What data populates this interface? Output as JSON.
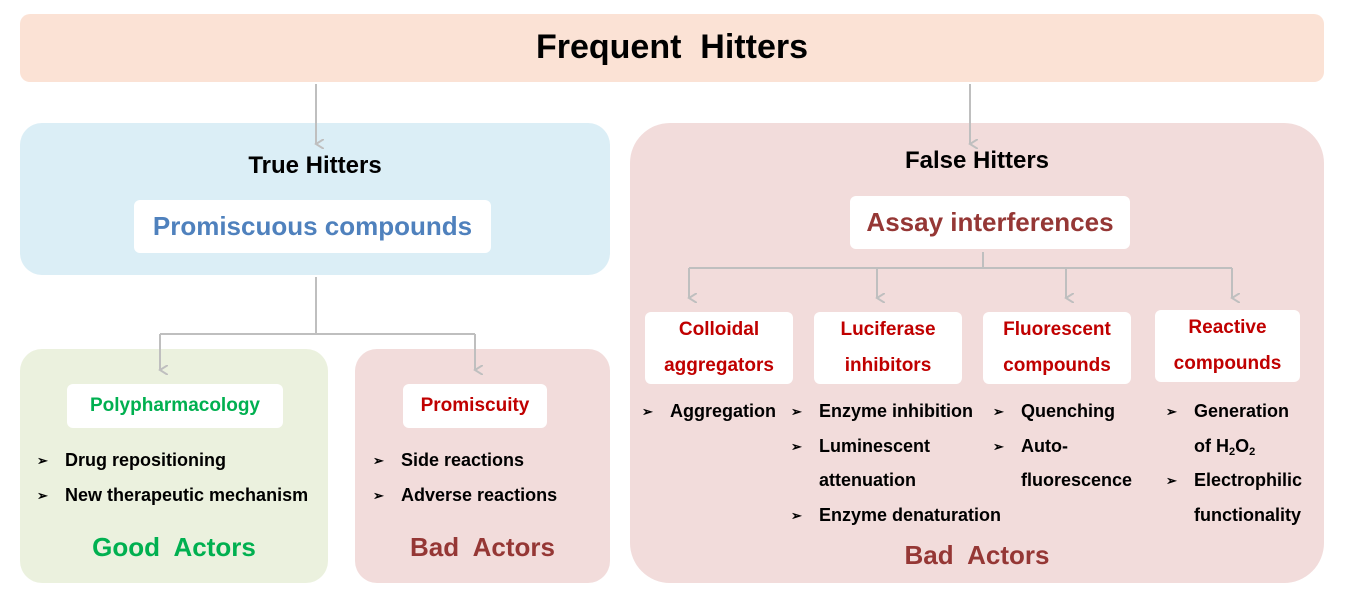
{
  "title": "Frequent  Hitters",
  "true_hitters": {
    "title": "True Hitters",
    "box_label": "Promiscuous compounds"
  },
  "false_hitters": {
    "title": "False Hitters",
    "box_label": "Assay interferences",
    "actor_label": "Bad  Actors",
    "categories": [
      {
        "label_line1": "Colloidal",
        "label_line2": "aggregators",
        "items": [
          "Aggregation"
        ]
      },
      {
        "label_line1": "Luciferase",
        "label_line2": "inhibitors",
        "items": [
          "Enzyme inhibition",
          "Luminescent",
          "attenuation",
          "Enzyme denaturation"
        ]
      },
      {
        "label_line1": "Fluorescent",
        "label_line2": "compounds",
        "items": [
          "Quenching",
          "Auto-",
          "fluorescence"
        ]
      },
      {
        "label_line1": "Reactive",
        "label_line2": "compounds",
        "items": [
          "Generation",
          "of H",
          "2",
          "O",
          "2",
          "Electrophilic",
          "functionality"
        ]
      }
    ]
  },
  "good_actors": {
    "box_label": "Polypharmacology",
    "items": [
      "Drug repositioning",
      "New therapeutic mechanism"
    ],
    "actor_label": "Good  Actors"
  },
  "bad_actors_left": {
    "box_label": "Promiscuity",
    "items": [
      "Side reactions",
      "Adverse reactions"
    ],
    "actor_label": "Bad  Actors"
  },
  "bullet_marker": "➢",
  "colors": {
    "title_bg": "#fbe2d5",
    "true_bg": "#dbeef6",
    "good_bg": "#ebf1de",
    "bad_bg": "#f2dcdb",
    "blue_text": "#4f81bd",
    "green_text": "#00b050",
    "darkred_text": "#953735",
    "red_text": "#c00000",
    "connector": "#bfbfbf"
  }
}
